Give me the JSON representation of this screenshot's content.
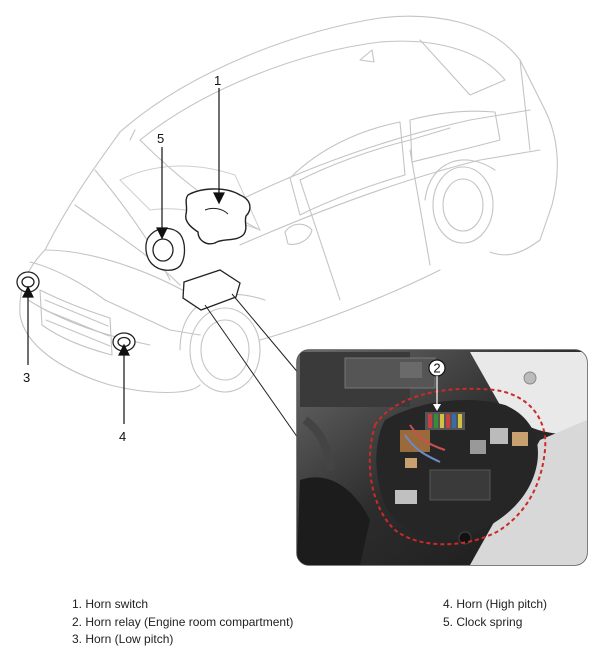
{
  "callouts": [
    "1",
    "2",
    "3",
    "4",
    "5"
  ],
  "legend": {
    "left": [
      "1. Horn switch",
      "2. Horn relay (Engine room compartment)",
      "3. Horn (Low pitch)"
    ],
    "right": [
      "4. Horn (High pitch)",
      "5. Clock spring"
    ]
  },
  "colors": {
    "line": "#bdbdbd",
    "outline": "#222222",
    "dashed_highlight": "#cc2a2a"
  }
}
